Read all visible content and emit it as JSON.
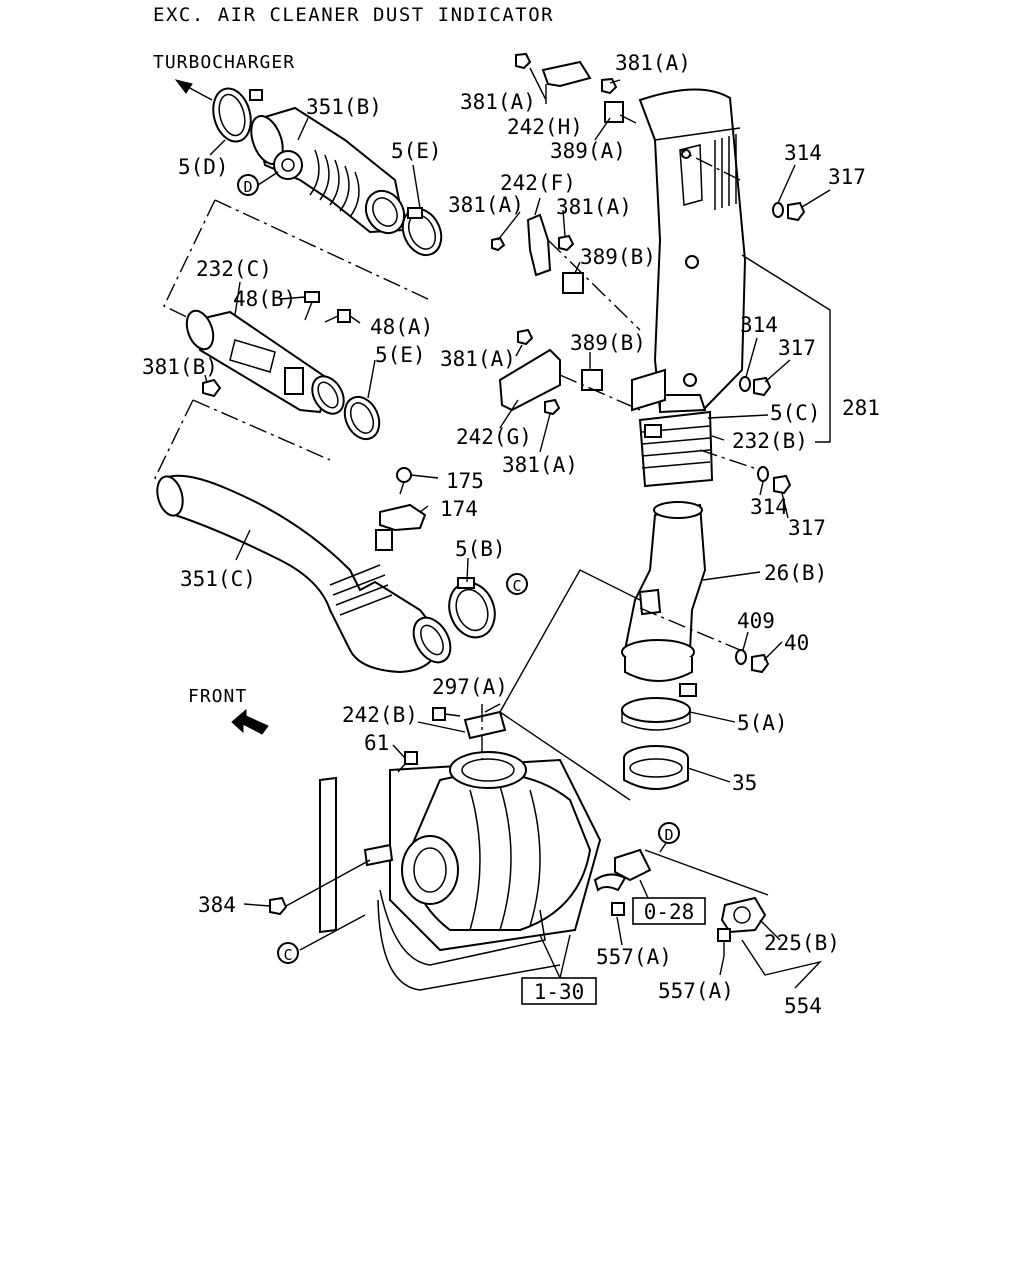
{
  "title": "EXC. AIR CLEANER DUST INDICATOR",
  "notes": {
    "turbocharger": "TURBOCHARGER",
    "front": "FRONT"
  },
  "refs": {
    "d": "D",
    "c": "C"
  },
  "labels": {
    "l_5d": "5(D)",
    "l_351b": "351(B)",
    "l_5e_top": "5(E)",
    "l_232c": "232(C)",
    "l_48b": "48(B)",
    "l_48a": "48(A)",
    "l_381b": "381(B)",
    "l_5e_mid": "5(E)",
    "l_175": "175",
    "l_174": "174",
    "l_351c": "351(C)",
    "l_5b": "5(B)",
    "l_381a_1": "381(A)",
    "l_381a_2": "381(A)",
    "l_242h": "242(H)",
    "l_389a": "389(A)",
    "l_242f": "242(F)",
    "l_381a_3": "381(A)",
    "l_381a_4": "381(A)",
    "l_389b_1": "389(B)",
    "l_381a_5": "381(A)",
    "l_389b_2": "389(B)",
    "l_242g": "242(G)",
    "l_381a_6": "381(A)",
    "l_314_1": "314",
    "l_317_1": "317",
    "l_314_2": "314",
    "l_317_2": "317",
    "l_5c": "5(C)",
    "l_281": "281",
    "l_232b": "232(B)",
    "l_314_3": "314",
    "l_317_3": "317",
    "l_26b": "26(B)",
    "l_409": "409",
    "l_40": "40",
    "l_5a": "5(A)",
    "l_35": "35",
    "l_297a": "297(A)",
    "l_242b": "242(B)",
    "l_61": "61",
    "l_384": "384",
    "l_557a_1": "557(A)",
    "l_557a_2": "557(A)",
    "l_225b": "225(B)",
    "l_554": "554"
  },
  "boxed_refs": {
    "r_028": "0-28",
    "r_130": "1-30"
  }
}
